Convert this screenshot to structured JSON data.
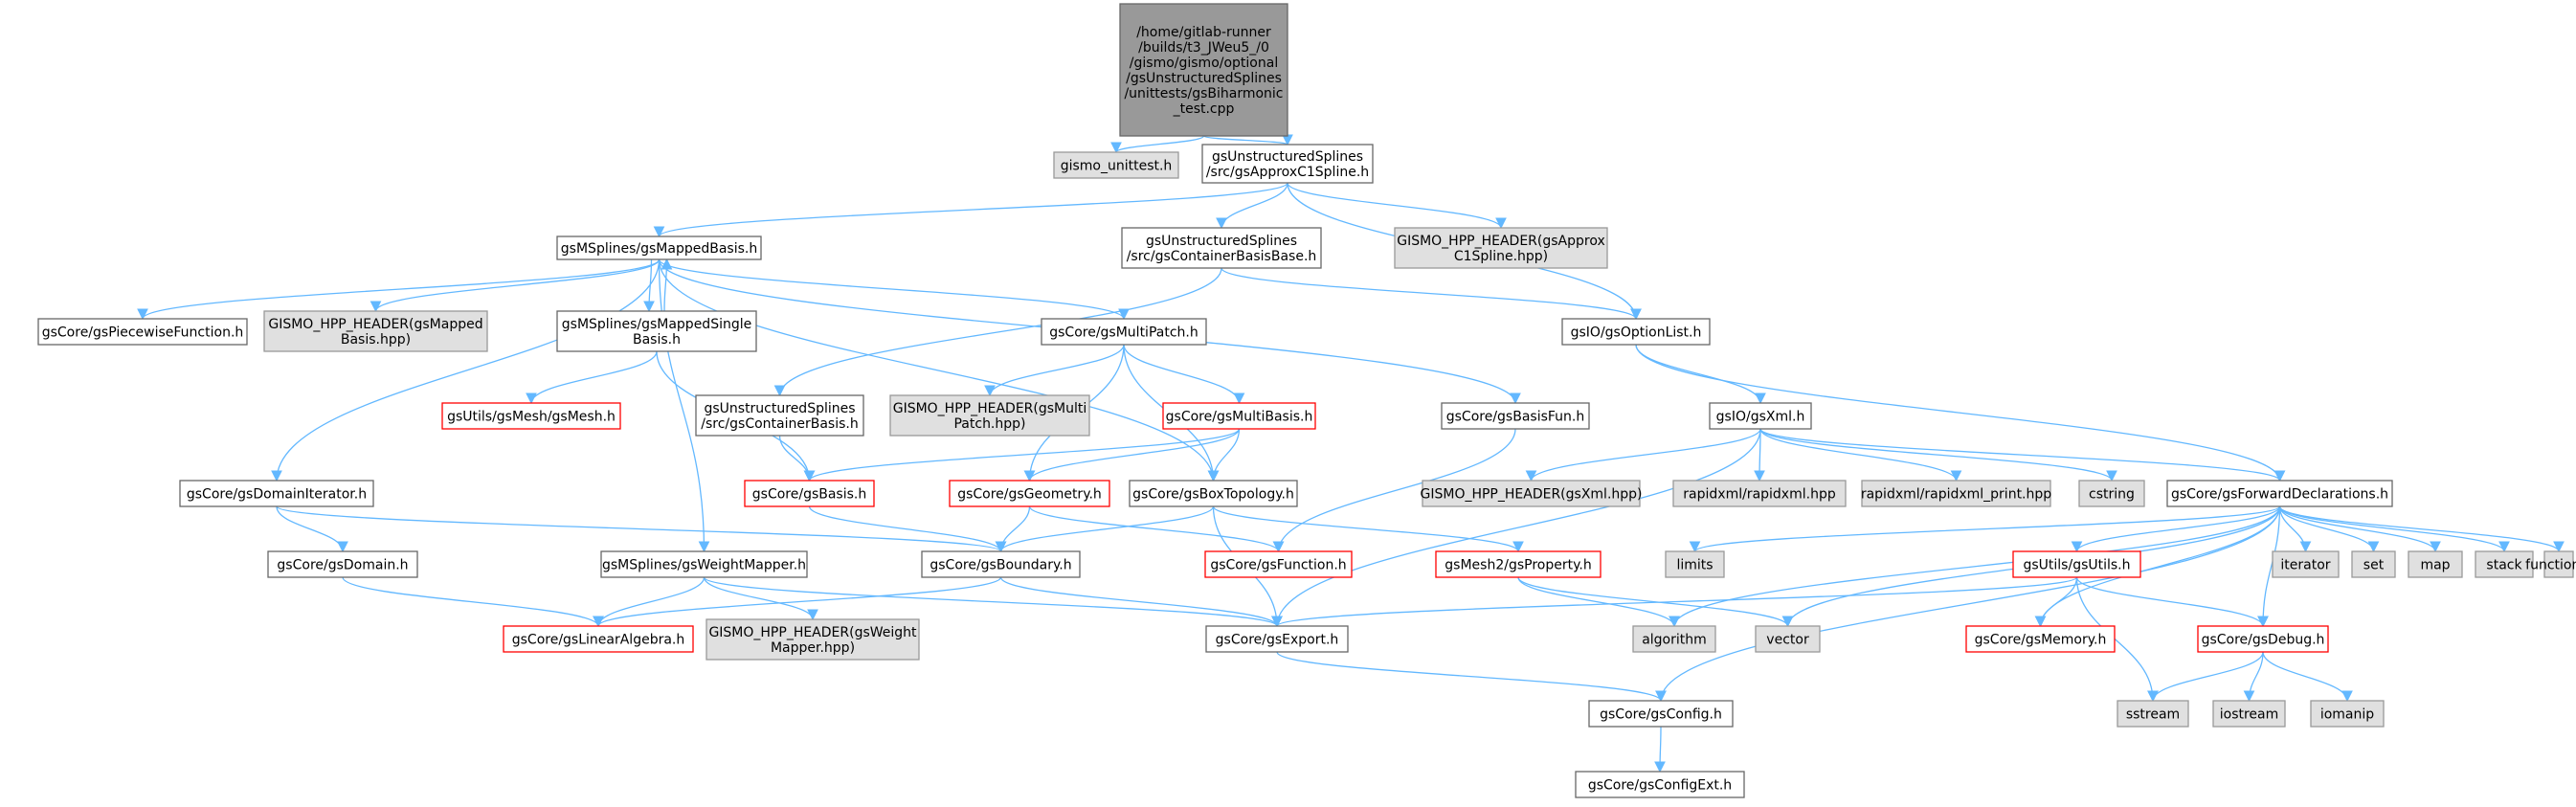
{
  "colors": {
    "edge": "#63b8ff",
    "root_fill": "#999999",
    "plain_fill": "#ffffff",
    "plain_stroke": "#666666",
    "external_fill": "#e0e0e0",
    "external_stroke": "#999999",
    "truncated_stroke": "#ff0000"
  },
  "nodes": [
    {
      "id": "root",
      "kind": "root",
      "lines": [
        "/home/gitlab-runner",
        "/builds/t3_JWeu5_/0",
        "/gismo/gismo/optional",
        "/gsUnstructuredSplines",
        "/unittests/gsBiharmonic",
        "_test.cpp"
      ]
    },
    {
      "id": "gismo_unittest",
      "kind": "external",
      "lines": [
        "gismo_unittest.h"
      ]
    },
    {
      "id": "approxC1",
      "kind": "plain",
      "lines": [
        "gsUnstructuredSplines",
        "/src/gsApproxC1Spline.h"
      ]
    },
    {
      "id": "mappedBasis",
      "kind": "plain",
      "lines": [
        "gsMSplines/gsMappedBasis.h"
      ]
    },
    {
      "id": "containerBasisBase",
      "kind": "plain",
      "lines": [
        "gsUnstructuredSplines",
        "/src/gsContainerBasisBase.h"
      ]
    },
    {
      "id": "hppApproxC1",
      "kind": "external",
      "lines": [
        "GISMO_HPP_HEADER(gsApprox",
        "C1Spline.hpp)"
      ]
    },
    {
      "id": "piecewiseFunction",
      "kind": "plain",
      "lines": [
        "gsCore/gsPiecewiseFunction.h"
      ]
    },
    {
      "id": "hppMappedBasis",
      "kind": "external",
      "lines": [
        "GISMO_HPP_HEADER(gsMapped",
        "Basis.hpp)"
      ]
    },
    {
      "id": "mappedSingleBasis",
      "kind": "plain",
      "lines": [
        "gsMSplines/gsMappedSingle",
        "Basis.h"
      ]
    },
    {
      "id": "multiPatch",
      "kind": "plain",
      "lines": [
        "gsCore/gsMultiPatch.h"
      ]
    },
    {
      "id": "optionList",
      "kind": "plain",
      "lines": [
        "gsIO/gsOptionList.h"
      ]
    },
    {
      "id": "mesh",
      "kind": "truncated",
      "lines": [
        "gsUtils/gsMesh/gsMesh.h"
      ]
    },
    {
      "id": "containerBasis",
      "kind": "plain",
      "lines": [
        "gsUnstructuredSplines",
        "/src/gsContainerBasis.h"
      ]
    },
    {
      "id": "hppMultiPatch",
      "kind": "external",
      "lines": [
        "GISMO_HPP_HEADER(gsMulti",
        "Patch.hpp)"
      ]
    },
    {
      "id": "multiBasis",
      "kind": "truncated",
      "lines": [
        "gsCore/gsMultiBasis.h"
      ]
    },
    {
      "id": "basisFun",
      "kind": "plain",
      "lines": [
        "gsCore/gsBasisFun.h"
      ]
    },
    {
      "id": "xml",
      "kind": "plain",
      "lines": [
        "gsIO/gsXml.h"
      ]
    },
    {
      "id": "domainIterator",
      "kind": "plain",
      "lines": [
        "gsCore/gsDomainIterator.h"
      ]
    },
    {
      "id": "basis",
      "kind": "truncated",
      "lines": [
        "gsCore/gsBasis.h"
      ]
    },
    {
      "id": "geometry",
      "kind": "truncated",
      "lines": [
        "gsCore/gsGeometry.h"
      ]
    },
    {
      "id": "boxTopology",
      "kind": "plain",
      "lines": [
        "gsCore/gsBoxTopology.h"
      ]
    },
    {
      "id": "hppXml",
      "kind": "external",
      "lines": [
        "GISMO_HPP_HEADER(gsXml.hpp)"
      ]
    },
    {
      "id": "rapidxml",
      "kind": "external",
      "lines": [
        "rapidxml/rapidxml.hpp"
      ]
    },
    {
      "id": "rapidxmlPrint",
      "kind": "external",
      "lines": [
        "rapidxml/rapidxml_print.hpp"
      ]
    },
    {
      "id": "cstring",
      "kind": "external",
      "lines": [
        "cstring"
      ]
    },
    {
      "id": "forwardDecl",
      "kind": "plain",
      "lines": [
        "gsCore/gsForwardDeclarations.h"
      ]
    },
    {
      "id": "domain",
      "kind": "plain",
      "lines": [
        "gsCore/gsDomain.h"
      ]
    },
    {
      "id": "weightMapper",
      "kind": "plain",
      "lines": [
        "gsMSplines/gsWeightMapper.h"
      ]
    },
    {
      "id": "boundary",
      "kind": "plain",
      "lines": [
        "gsCore/gsBoundary.h"
      ]
    },
    {
      "id": "function",
      "kind": "truncated",
      "lines": [
        "gsCore/gsFunction.h"
      ]
    },
    {
      "id": "property",
      "kind": "truncated",
      "lines": [
        "gsMesh2/gsProperty.h"
      ]
    },
    {
      "id": "limits",
      "kind": "external",
      "lines": [
        "limits"
      ]
    },
    {
      "id": "utils",
      "kind": "truncated",
      "lines": [
        "gsUtils/gsUtils.h"
      ]
    },
    {
      "id": "iterator",
      "kind": "external",
      "lines": [
        "iterator"
      ]
    },
    {
      "id": "set",
      "kind": "external",
      "lines": [
        "set"
      ]
    },
    {
      "id": "map",
      "kind": "external",
      "lines": [
        "map"
      ]
    },
    {
      "id": "stack",
      "kind": "external",
      "lines": [
        "stack"
      ]
    },
    {
      "id": "functional",
      "kind": "external",
      "lines": [
        "functional"
      ]
    },
    {
      "id": "linearAlgebra",
      "kind": "truncated",
      "lines": [
        "gsCore/gsLinearAlgebra.h"
      ]
    },
    {
      "id": "hppWeightMapper",
      "kind": "external",
      "lines": [
        "GISMO_HPP_HEADER(gsWeight",
        "Mapper.hpp)"
      ]
    },
    {
      "id": "export",
      "kind": "plain",
      "lines": [
        "gsCore/gsExport.h"
      ]
    },
    {
      "id": "algorithm",
      "kind": "external",
      "lines": [
        "algorithm"
      ]
    },
    {
      "id": "vector",
      "kind": "external",
      "lines": [
        "vector"
      ]
    },
    {
      "id": "memory",
      "kind": "truncated",
      "lines": [
        "gsCore/gsMemory.h"
      ]
    },
    {
      "id": "debug",
      "kind": "truncated",
      "lines": [
        "gsCore/gsDebug.h"
      ]
    },
    {
      "id": "sstream",
      "kind": "external",
      "lines": [
        "sstream"
      ]
    },
    {
      "id": "iostream",
      "kind": "external",
      "lines": [
        "iostream"
      ]
    },
    {
      "id": "iomanip",
      "kind": "external",
      "lines": [
        "iomanip"
      ]
    },
    {
      "id": "config",
      "kind": "plain",
      "lines": [
        "gsCore/gsConfig.h"
      ]
    },
    {
      "id": "configExt",
      "kind": "plain",
      "lines": [
        "gsCore/gsConfigExt.h"
      ]
    }
  ],
  "edges": [
    [
      "root",
      "gismo_unittest"
    ],
    [
      "root",
      "approxC1"
    ],
    [
      "approxC1",
      "mappedBasis"
    ],
    [
      "approxC1",
      "containerBasisBase"
    ],
    [
      "approxC1",
      "hppApproxC1"
    ],
    [
      "approxC1",
      "optionList"
    ],
    [
      "mappedBasis",
      "piecewiseFunction"
    ],
    [
      "mappedBasis",
      "hppMappedBasis"
    ],
    [
      "mappedBasis",
      "mappedSingleBasis"
    ],
    [
      "mappedBasis",
      "multiPatch"
    ],
    [
      "mappedBasis",
      "basisFun"
    ],
    [
      "mappedBasis",
      "domainIterator"
    ],
    [
      "mappedBasis",
      "weightMapper"
    ],
    [
      "mappedBasis",
      "boxTopology"
    ],
    [
      "mappedSingleBasis",
      "mappedBasis"
    ],
    [
      "mappedSingleBasis",
      "mesh"
    ],
    [
      "mappedSingleBasis",
      "basis"
    ],
    [
      "containerBasisBase",
      "containerBasis"
    ],
    [
      "containerBasisBase",
      "optionList"
    ],
    [
      "containerBasis",
      "basis"
    ],
    [
      "multiPatch",
      "hppMultiPatch"
    ],
    [
      "multiPatch",
      "multiBasis"
    ],
    [
      "multiPatch",
      "geometry"
    ],
    [
      "multiPatch",
      "boxTopology"
    ],
    [
      "multiBasis",
      "basis"
    ],
    [
      "multiBasis",
      "geometry"
    ],
    [
      "multiBasis",
      "boxTopology"
    ],
    [
      "basisFun",
      "function"
    ],
    [
      "optionList",
      "xml"
    ],
    [
      "optionList",
      "forwardDecl"
    ],
    [
      "xml",
      "hppXml"
    ],
    [
      "xml",
      "rapidxml"
    ],
    [
      "xml",
      "rapidxmlPrint"
    ],
    [
      "xml",
      "cstring"
    ],
    [
      "xml",
      "forwardDecl"
    ],
    [
      "xml",
      "export"
    ],
    [
      "domainIterator",
      "domain"
    ],
    [
      "domainIterator",
      "boundary"
    ],
    [
      "domain",
      "linearAlgebra"
    ],
    [
      "basis",
      "boundary"
    ],
    [
      "geometry",
      "boundary"
    ],
    [
      "geometry",
      "function"
    ],
    [
      "boxTopology",
      "boundary"
    ],
    [
      "boxTopology",
      "property"
    ],
    [
      "boxTopology",
      "export"
    ],
    [
      "weightMapper",
      "linearAlgebra"
    ],
    [
      "weightMapper",
      "hppWeightMapper"
    ],
    [
      "weightMapper",
      "export"
    ],
    [
      "boundary",
      "linearAlgebra"
    ],
    [
      "boundary",
      "export"
    ],
    [
      "property",
      "algorithm"
    ],
    [
      "property",
      "vector"
    ],
    [
      "forwardDecl",
      "limits"
    ],
    [
      "forwardDecl",
      "utils"
    ],
    [
      "forwardDecl",
      "iterator"
    ],
    [
      "forwardDecl",
      "set"
    ],
    [
      "forwardDecl",
      "map"
    ],
    [
      "forwardDecl",
      "stack"
    ],
    [
      "forwardDecl",
      "functional"
    ],
    [
      "forwardDecl",
      "algorithm"
    ],
    [
      "forwardDecl",
      "vector"
    ],
    [
      "forwardDecl",
      "memory"
    ],
    [
      "forwardDecl",
      "debug"
    ],
    [
      "forwardDecl",
      "config"
    ],
    [
      "utils",
      "export"
    ],
    [
      "utils",
      "memory"
    ],
    [
      "utils",
      "debug"
    ],
    [
      "utils",
      "sstream"
    ],
    [
      "debug",
      "sstream"
    ],
    [
      "debug",
      "iostream"
    ],
    [
      "debug",
      "iomanip"
    ],
    [
      "export",
      "config"
    ],
    [
      "config",
      "configExt"
    ]
  ]
}
